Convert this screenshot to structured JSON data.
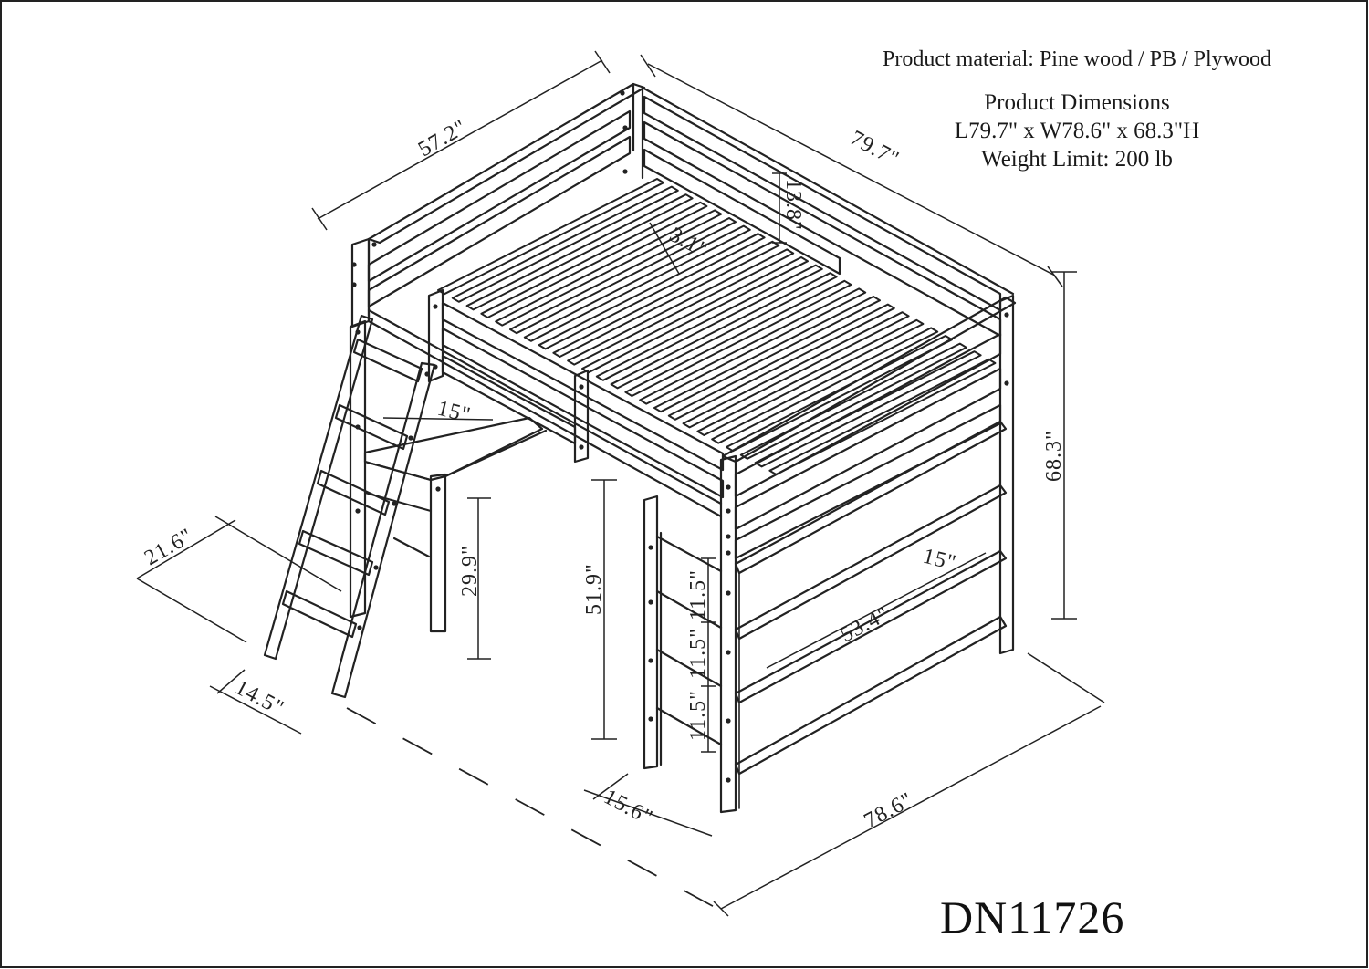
{
  "specs": {
    "material": "Product material: Pine wood / PB / Plywood",
    "dimensions_heading": "Product Dimensions",
    "dimensions_value": "L79.7\" x W78.6\" x 68.3\"H",
    "weight_limit": "Weight Limit: 200 lb"
  },
  "model_number": "DN11726",
  "dimensions": {
    "head_width": "57.2\"",
    "length": "79.7\"",
    "guard_height": "13.8\"",
    "slat_gap": "3.1\"",
    "total_height": "68.3\"",
    "desk_top_depth": "15\"",
    "desk_width": "21.6\"",
    "desk_height": "29.9\"",
    "ladder_width": "14.5\"",
    "under_clearance": "51.9\"",
    "shelf_spacing_1": "11.5\"",
    "shelf_spacing_2": "11.5\"",
    "shelf_spacing_3": "11.5\"",
    "shelf_depth": "15\"",
    "shelf_length": "53.4\"",
    "shelf_unit_depth": "15.6\"",
    "total_width": "78.6\""
  }
}
